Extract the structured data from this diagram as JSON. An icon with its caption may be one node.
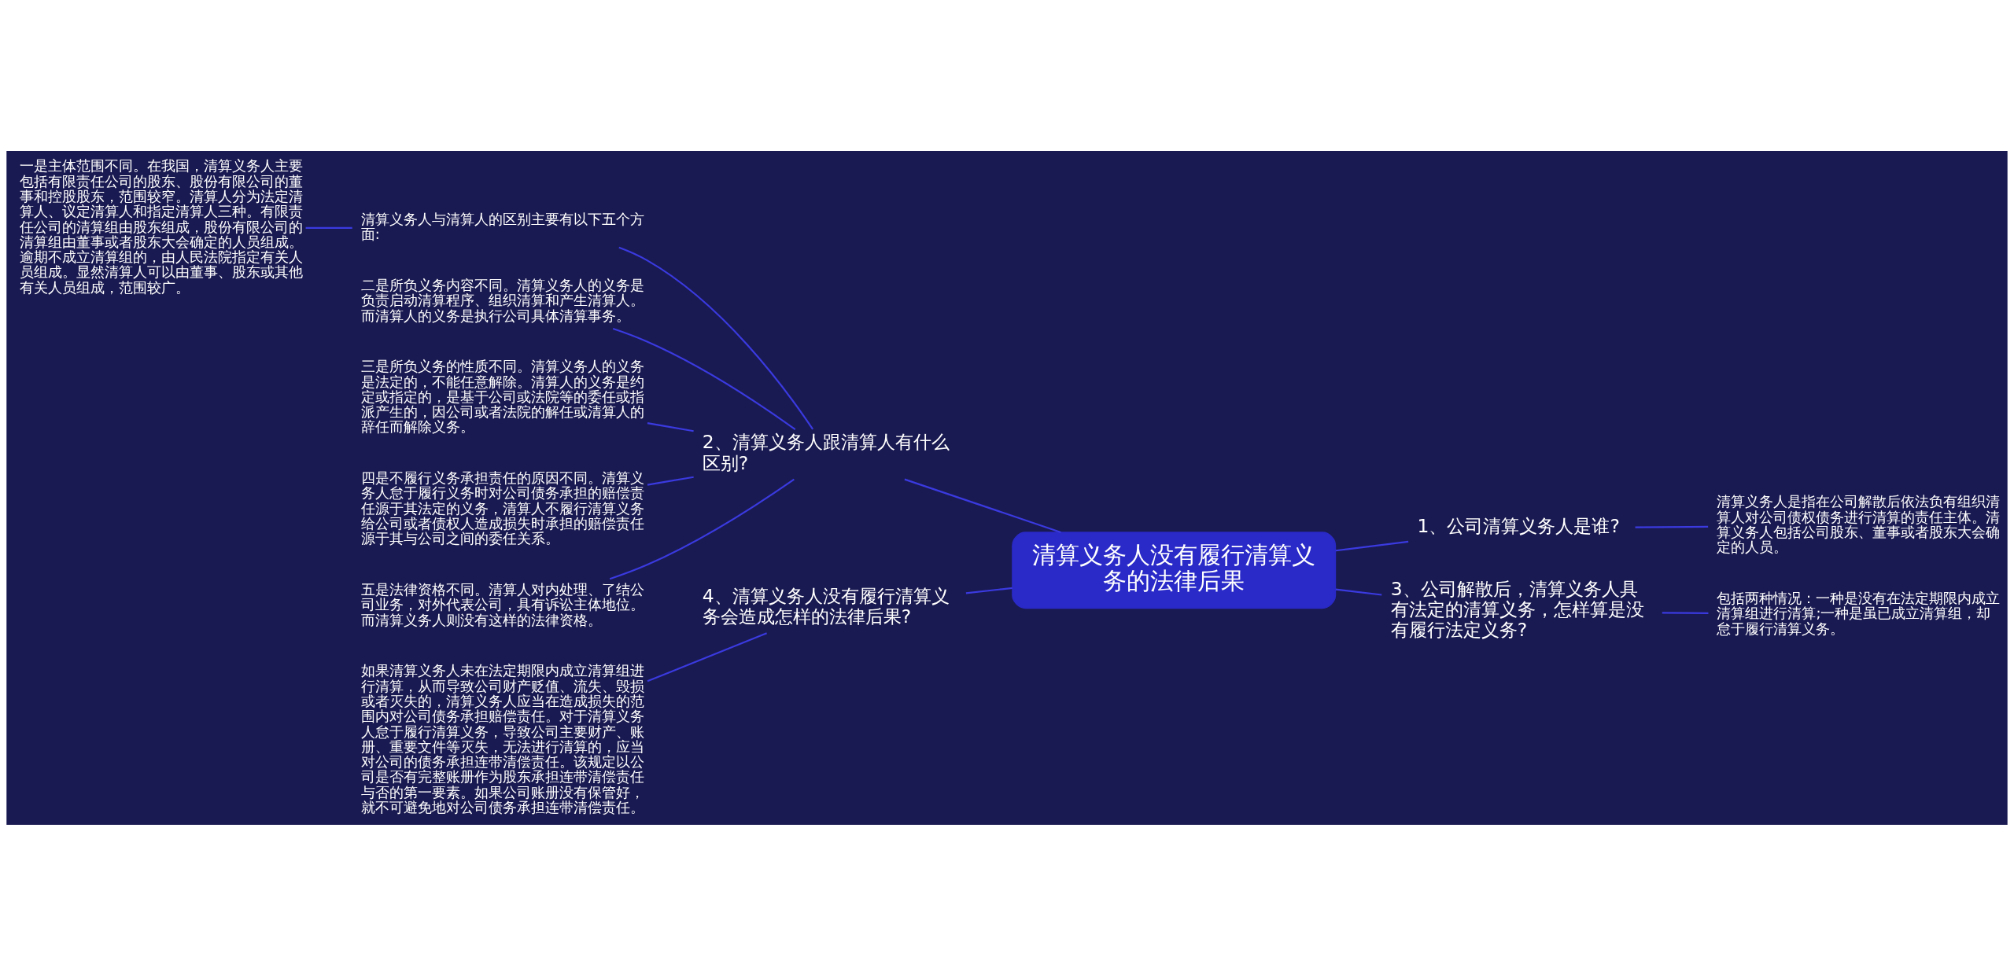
{
  "diagram": {
    "nodes": [
      {
        "text": [
          "清算义务人没有履行清算义务的法律后果"
        ]
      },
      {
        "text": [
          "1、公司清算义务人是谁?"
        ]
      },
      {
        "text": [
          "清算义务人是指在公司解散后依法负有组织清算人对公司债权债务进行清算的责任主体。清算义务人包括公司股东、董事或者股东大会确定的人员。"
        ]
      },
      {
        "text": [
          "3、公司解散后，清算义务人具有法定的清算义务，怎样算是没有履行法定义务?"
        ]
      },
      {
        "text": [
          "包括两种情况：一种是没有在法定期限内成立清算组进行清算;一种是虽已成立清算组，却怠于履行清算义务。"
        ]
      },
      {
        "text": [
          "2、清算义务人跟清算人有什么区别?"
        ]
      },
      {
        "text": [
          "清算义务人与清算人的区别主要有以下五个方面:"
        ]
      },
      {
        "text": [
          "一是主体范围不同。在我国，清算义务人主要包括有限责任公司的股东、股份有限公司的董事和控股股东，范围较窄。清算人分为法定清算人、议定清算人和指定清算人三种。有限责任公司的清算组由股东组成，股份有限公司的清算组由董事或者股东大会确定的人员组成。逾期不成立清算组的，由人民法院指定有关人员组成。显然清算人可以由董事、股东或其他有关人员组成，范围较广。"
        ]
      },
      {
        "text": [
          "二是所负义务内容不同。清算义务人的义务是负责启动清算程序、组织清算和产生清算人。而清算人的义务是执行公司具体清算事务。"
        ]
      },
      {
        "text": [
          "三是所负义务的性质不同。清算义务人的义务是法定的，不能任意解除。清算人的义务是约定或指定的，是基于公司或法院等的委任或指派产生的，因公司或者法院的解任或清算人的辞任而解除义务。"
        ]
      },
      {
        "text": [
          "四是不履行义务承担责任的原因不同。清算义务人怠于履行义务时对公司债务承担的赔偿责任源于其法定的义务，清算人不履行清算义务给公司或者债权人造成损失时承担的赔偿责任源于其与公司之间的委任关系。"
        ]
      },
      {
        "text": [
          "五是法律资格不同。清算人对内处理、了结公司业务，对外代表公司，具有诉讼主体地位。而清算义务人则没有这样的法律资格。"
        ]
      },
      {
        "text": [
          "4、清算义务人没有履行清算义务会造成怎样的法律后果?"
        ]
      },
      {
        "text": [
          "如果清算义务人未在法定期限内成立清算组进行清算，从而导致公司财产贬值、流失、毁损或者灭失的，清算义务人应当在造成损失的范围内对公司债务承担赔偿责任。对于清算义务人怠于履行清算义务，导致公司主要财产、账册、重要文件等灭失，无法进行清算的，应当对公司的债务承担连带清偿责任。该规定以公司是否有完整账册作为股东承担连带清偿责任与否的第一要素。如果公司账册没有保管好，就不可避免地对公司债务承担连带清偿责任。"
        ]
      }
    ],
    "edges": [
      {
        "from": 0,
        "to": 1,
        "arrow": "none"
      },
      {
        "from": 1,
        "to": 2,
        "arrow": "none"
      },
      {
        "from": 0,
        "to": 3,
        "arrow": "none"
      },
      {
        "from": 3,
        "to": 4,
        "arrow": "none"
      },
      {
        "from": 5,
        "to": 0,
        "arrow": "none"
      },
      {
        "from": 6,
        "to": 5,
        "arrow": "none"
      },
      {
        "from": 7,
        "to": 6,
        "arrow": "none"
      },
      {
        "from": 8,
        "to": 5,
        "arrow": "none"
      },
      {
        "from": 9,
        "to": 5,
        "arrow": "none"
      },
      {
        "from": 10,
        "to": 5,
        "arrow": "none"
      },
      {
        "from": 11,
        "to": 5,
        "arrow": "none"
      },
      {
        "from": 12,
        "to": 0,
        "arrow": "none"
      },
      {
        "from": 13,
        "to": 12,
        "arrow": "none"
      }
    ]
  }
}
